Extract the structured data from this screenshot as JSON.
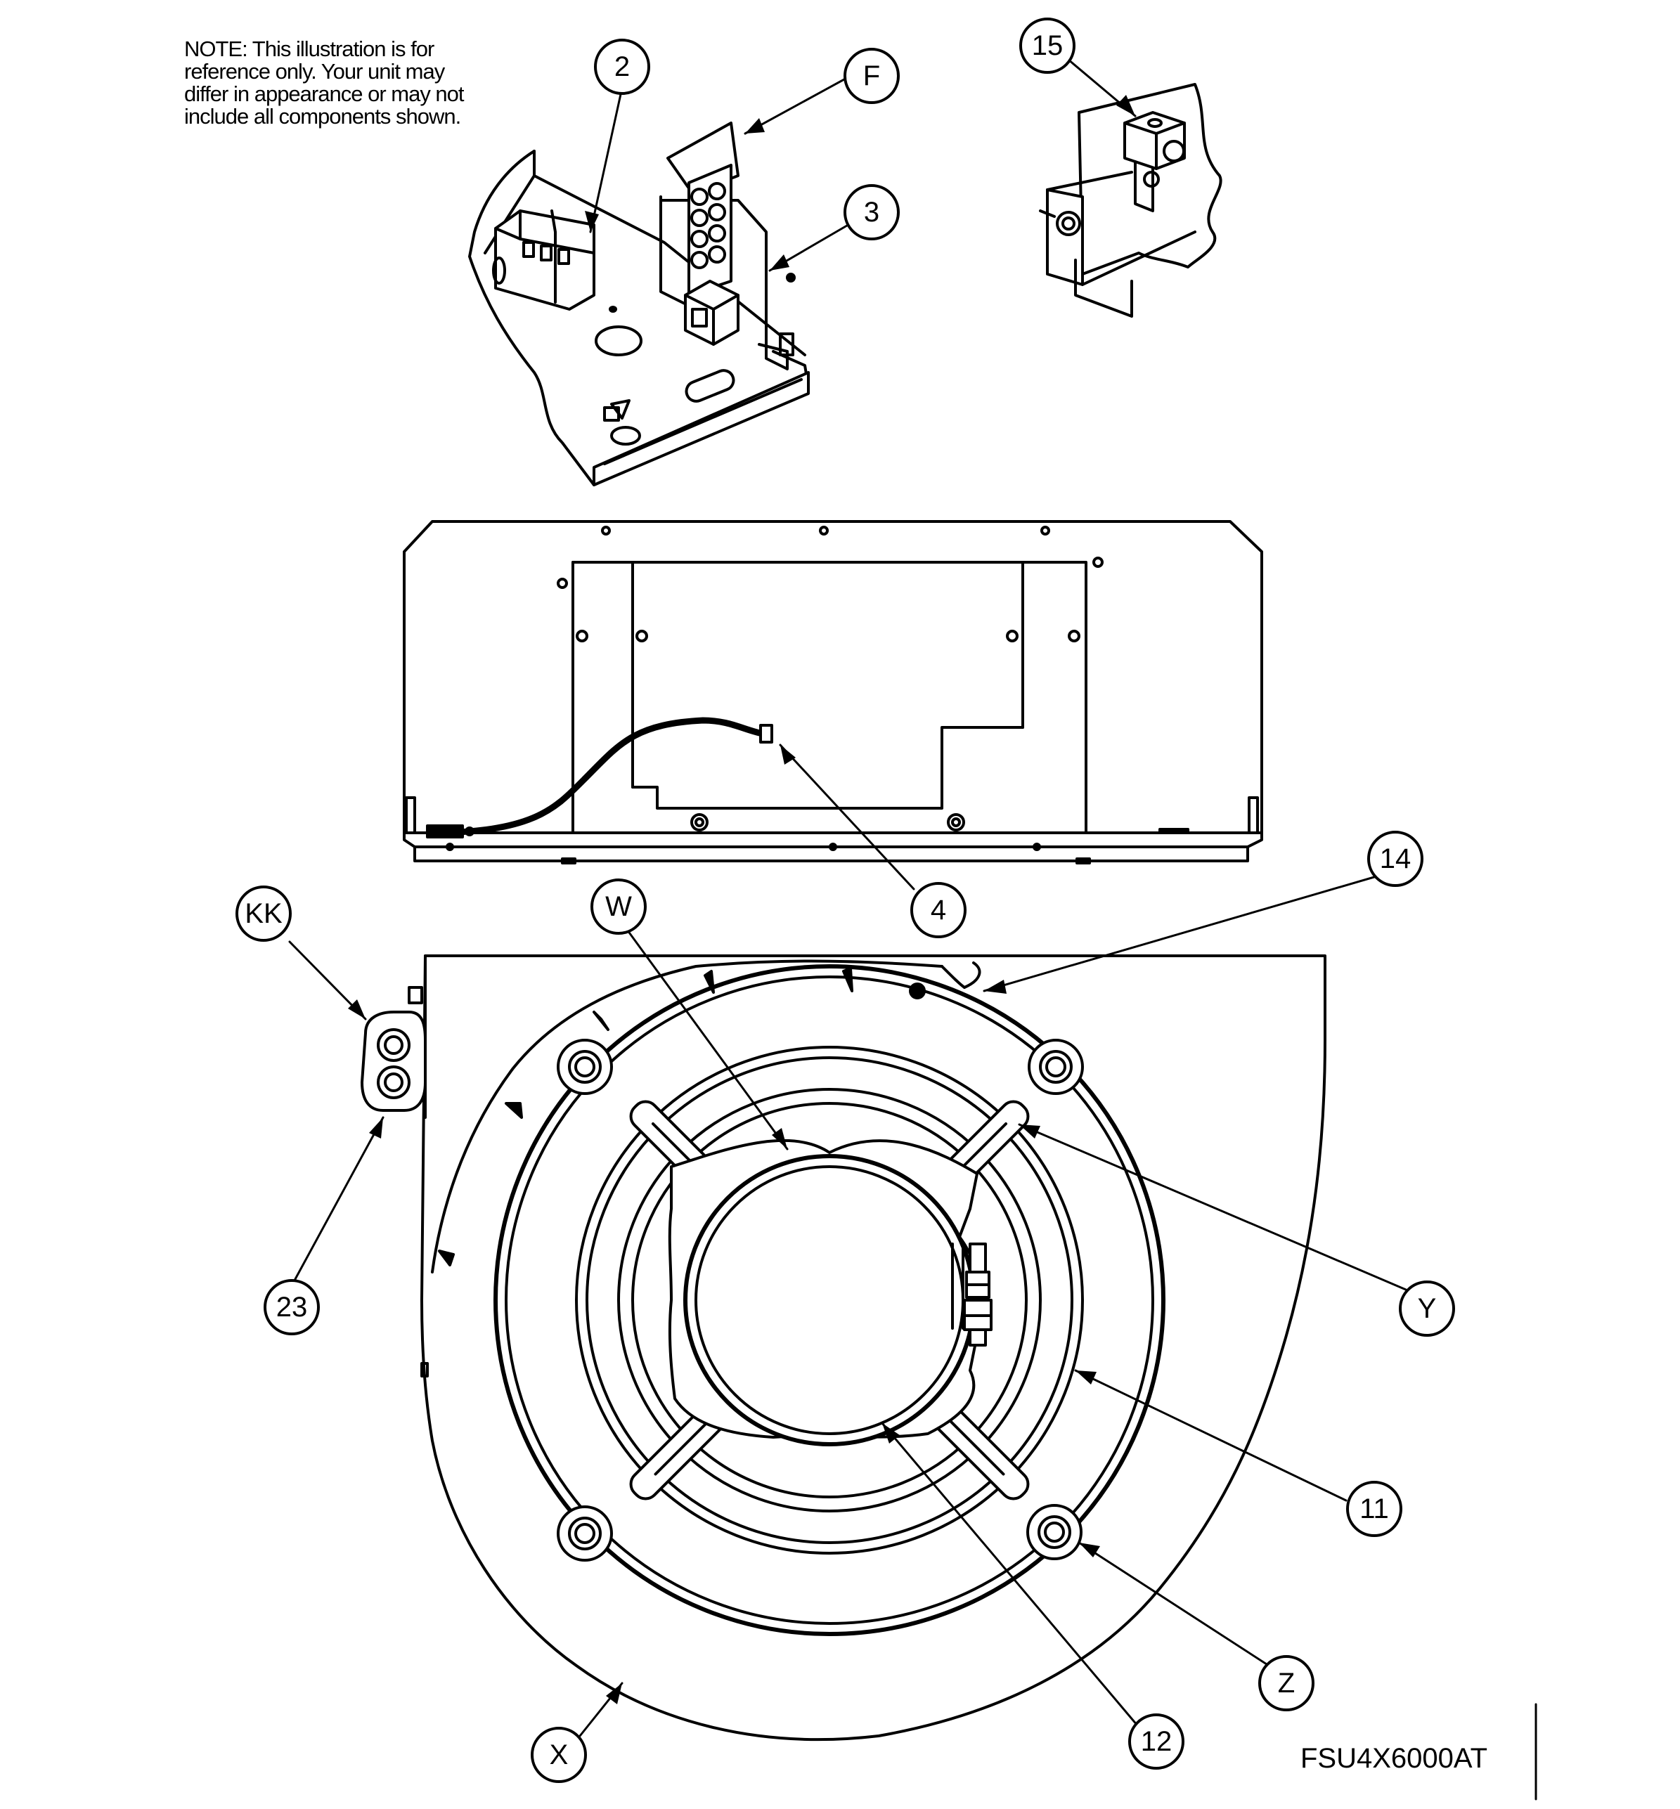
{
  "note": {
    "lines": [
      "NOTE: This illustration is for",
      "reference only. Your unit may",
      "differ in appearance or may not",
      "include all components shown."
    ]
  },
  "model_number": "FSU4X6000AT",
  "callouts": {
    "c2": "2",
    "cF": "F",
    "c3": "3",
    "c15": "15",
    "c14": "14",
    "c4": "4",
    "cKK": "KK",
    "cW": "W",
    "c23": "23",
    "cY": "Y",
    "c11": "11",
    "cZ": "Z",
    "cX": "X",
    "c12": "12"
  }
}
